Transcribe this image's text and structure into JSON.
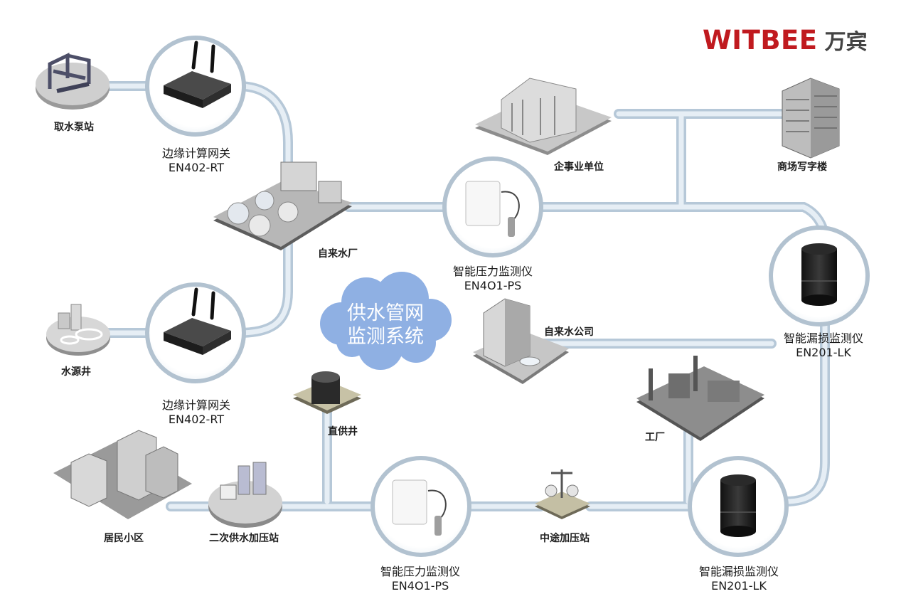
{
  "brand": {
    "name_en": "WITBEE",
    "name_cn": "万宾",
    "color": "#c01a1f"
  },
  "center_title": {
    "line1": "供水管网",
    "line2": "监测系统"
  },
  "nodes": {
    "pump_station": "取水泵站",
    "water_well": "水源井",
    "waterworks": "自来水厂",
    "enterprise": "企事业单位",
    "office_building": "商场写字楼",
    "water_company": "自来水公司",
    "direct_well": "直供井",
    "factory": "工厂",
    "residential": "居民小区",
    "secondary_station": "二次供水加压站",
    "midway_station": "中途加压站"
  },
  "devices": {
    "gateway_top": {
      "name": "边缘计算网关",
      "model": "EN402-RT"
    },
    "gateway_bottom": {
      "name": "边缘计算网关",
      "model": "EN402-RT"
    },
    "pressure_top": {
      "name": "智能压力监测仪",
      "model": "EN4O1-PS"
    },
    "pressure_bottom": {
      "name": "智能压力监测仪",
      "model": "EN4O1-PS"
    },
    "leak_right": {
      "name": "智能漏损监测仪",
      "model": "EN201-LK"
    },
    "leak_bottom": {
      "name": "智能漏损监测仪",
      "model": "EN201-LK"
    }
  },
  "colors": {
    "pipe_outer": "#b6c8d8",
    "pipe_inner": "#e6eef5",
    "cloud": "#8fb0e3",
    "ring": "#b2c2d0"
  },
  "icons": [
    "router-icon",
    "pressure-sensor-icon",
    "leak-sensor-icon",
    "building-icon",
    "plant-icon",
    "cloud-icon"
  ]
}
